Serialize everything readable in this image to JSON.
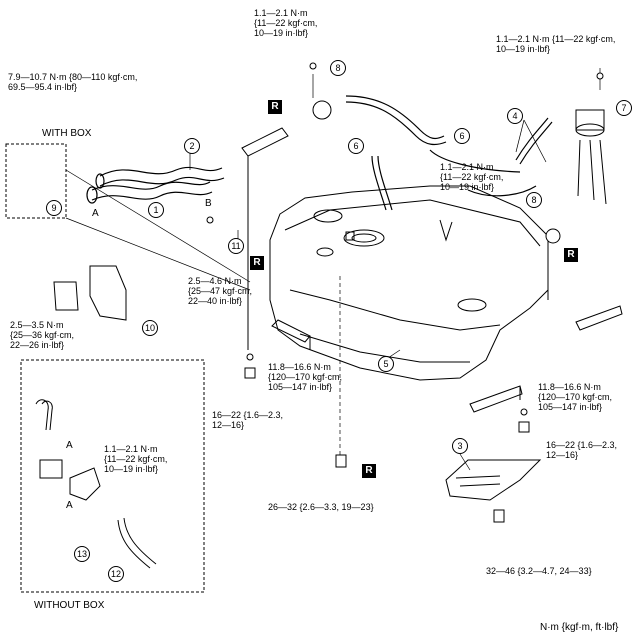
{
  "torques": {
    "t_top_left": [
      "7.9—10.7 N·m {80—110 kgf·cm,",
      "69.5—95.4 in·lbf}"
    ],
    "t_top_center": [
      "1.1—2.1 N·m",
      "{11—22 kgf·cm,",
      "10—19 in·lbf}"
    ],
    "t_top_right": [
      "1.1—2.1 N·m {11—22 kgf·cm,",
      "10—19 in·lbf}"
    ],
    "t_mid_right": [
      "1.1—2.1 N·m",
      "{11—22 kgf·cm,",
      "10—19 in·lbf}"
    ],
    "t_filler": [
      "2.5—4.6 N·m",
      "{25—47 kgf·cm,",
      "22—40 in·lbf}"
    ],
    "t_box": [
      "2.5—3.5 N·m",
      "{25—36 kgf·cm,",
      "22—26 in·lbf}"
    ],
    "t_strap_left": [
      "11.8—16.6 N·m",
      "{120—170 kgf·cm,",
      "105—147 in·lbf}"
    ],
    "t_nut_left": [
      "16—22 {1.6—2.3,",
      "12—16}"
    ],
    "t_strap_right": [
      "11.8—16.6 N·m",
      "{120—170 kgf·cm,",
      "105—147 in·lbf}"
    ],
    "t_nut_right": [
      "16—22 {1.6—2.3,",
      "12—16}"
    ],
    "t_center_bolt": [
      "26—32 {2.6—3.3, 19—23}"
    ],
    "t_guard_bolt": [
      "32—46 {3.2—4.7, 24—33}"
    ],
    "t_without_box": [
      "1.1—2.1 N·m",
      "{11—22 kgf·cm,",
      "10—19 in·lbf}"
    ]
  },
  "captions": {
    "with_box": "WITH BOX",
    "without_box": "WITHOUT BOX",
    "units": "N·m {kgf·m, ft·lbf}"
  },
  "callouts": [
    "1",
    "2",
    "3",
    "4",
    "5",
    "6",
    "6",
    "7",
    "8",
    "8",
    "9",
    "10",
    "11",
    "12",
    "13"
  ],
  "replace_mark": "R",
  "letters": {
    "a": "A",
    "b": "B"
  }
}
